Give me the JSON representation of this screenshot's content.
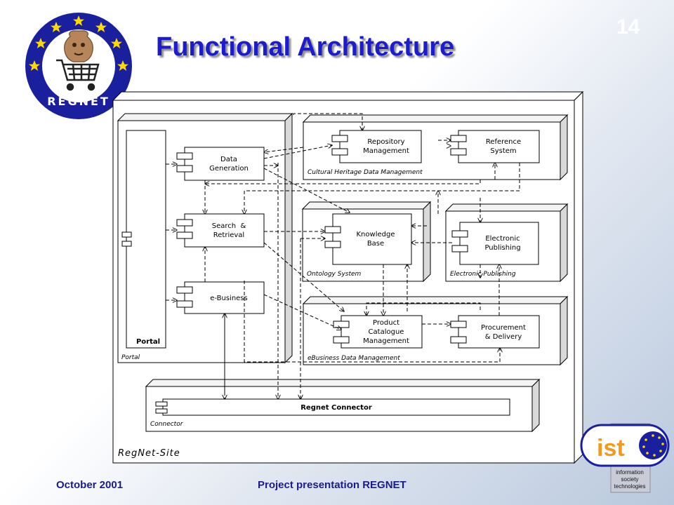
{
  "slide": {
    "title": "Functional Architecture",
    "page_number": "14",
    "footer_date": "October 2001",
    "footer_project": "Project presentation REGNET"
  },
  "logos": {
    "regnet_text": "REGNET",
    "ist_text": "ist",
    "ist_caption_line1": "information",
    "ist_caption_line2": "society",
    "ist_caption_line3": "technologies"
  },
  "diagram": {
    "site_label": "RegNet-Site",
    "packages": {
      "portal": "Portal",
      "cultural": "Cultural Heritage Data Management",
      "ontology": "Ontology System",
      "electronic": "Electronic Publishing",
      "ebusiness": "eBusiness Data Management",
      "connector": "Connector"
    },
    "components": {
      "portal": [
        "Portal"
      ],
      "data_generation": [
        "Data",
        "Generation"
      ],
      "search": [
        "Search  &",
        "Retrieval"
      ],
      "ebusiness": [
        "e-Business"
      ],
      "repository": [
        "Repository",
        "Management"
      ],
      "reference": [
        "Reference",
        "System"
      ],
      "knowledge": [
        "Knowledge",
        "Base"
      ],
      "electronic": [
        "Electronic",
        "Publishing"
      ],
      "product": [
        "Product",
        "Catalogue",
        "Management"
      ],
      "procurement": [
        "Procurement",
        "& Delivery"
      ],
      "connector": [
        "Regnet Connector"
      ]
    }
  },
  "colors": {
    "title": "#1c1ccc",
    "footer": "#1a1a8c",
    "ring_blue": "#1a1f9e",
    "star_yellow": "#ffd800",
    "ist_orange": "#f39a1e"
  }
}
